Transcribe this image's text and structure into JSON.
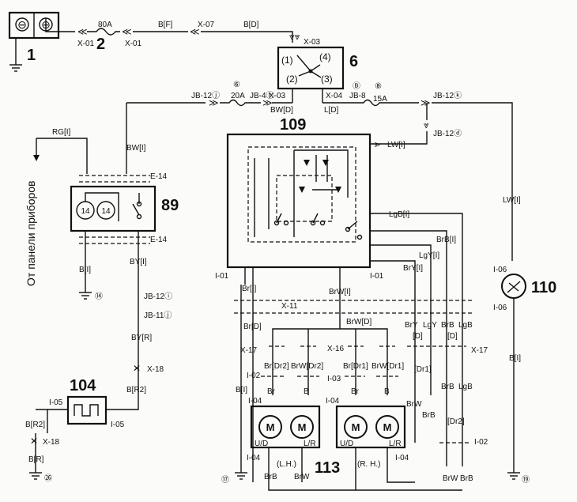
{
  "components": {
    "battery": {
      "id": "1",
      "minus": "⊖",
      "plus": "⊕"
    },
    "fuse_block": {
      "id": "2",
      "rating": "80A"
    },
    "ignition_switch": {
      "id": "6",
      "pins": [
        "(1)",
        "(2)",
        "(3)",
        "(4)"
      ]
    },
    "relay_unit": {
      "id": "109"
    },
    "indicator_unit": {
      "id": "89",
      "lamps": [
        "14",
        "14"
      ]
    },
    "timer_unit": {
      "id": "104"
    },
    "intermittent_switch": {
      "id": "110"
    },
    "wiper_motors": {
      "id": "113",
      "motor_label": "M",
      "sides": [
        "(L.H.)",
        "(R. H.)"
      ]
    }
  },
  "connectors": {
    "x01_left": "X-01",
    "x01_right": "X-01",
    "x07": "X-07",
    "x03_top": "X-03",
    "x03_bot": "X-03",
    "x04": "X-04",
    "jb12j": "JB-12ⓙ",
    "jb4b": "JB-4ⓑ",
    "jb8": "JB-8",
    "jb12k": "JB-12ⓚ",
    "jb12d": "JB-12ⓓ",
    "e14_top": "E-14",
    "e14_bot": "E-14",
    "i01_left": "I-01",
    "i01_right": "I-01",
    "x11": "X-11",
    "x17_left": "X-17",
    "x16": "X-16",
    "x17_right": "X-17",
    "i02_left": "I-02",
    "i03": "I-03",
    "i02_right": "I-02",
    "i04_l1": "I-04",
    "i04_l2": "I-04",
    "i04_r1": "I-04",
    "i04_r2": "I-04",
    "i04_bl": "I-04",
    "i04_br": "I-04",
    "jb12i": "JB-12ⓘ",
    "jb11j": "JB-11ⓙ",
    "x18_top": "X-18",
    "x18_bot": "X-18",
    "i05_left": "I-05",
    "i05_right": "I-05",
    "i06_top": "I-06",
    "i06_bot": "I-06",
    "circ_b": "Ⓑ",
    "circ_8a": "⑧",
    "circ_6": "⑥",
    "circ_8b": "⑧"
  },
  "fuses": {
    "f20": "20A",
    "f15": "15A"
  },
  "wires": {
    "bf": "B[F]",
    "bd": "B[D]",
    "bwd": "BW[D]",
    "ld": "L[D]",
    "rgi": "RG[I]",
    "bwi": "BW[I]",
    "bi_89": "B[I]",
    "byi": "BY[I]",
    "byr": "BY[R]",
    "br2": "B[R2]",
    "br2b": "B[R2]",
    "br": "B[R]",
    "lwi_top": "LW[I]",
    "lgbi": "LgB[I]",
    "brbi": "BrB[I]",
    "lgyi": "LgY[I]",
    "bryi": "BrY[I]",
    "bri": "Br[I]",
    "brwi": "BrW[I]",
    "brd": "Br[D]",
    "brwd": "BrW[D]",
    "bry": "BrY",
    "lgy": "LgY",
    "brb": "BrB",
    "lgb": "LgB",
    "d1": "[D]",
    "d2": "[D]",
    "dr1_tag": "[Dr1]",
    "dr2_tag": "[Dr2]",
    "brdr2": "Br[Dr2]",
    "brwdr2": "BrW[Dr2]",
    "brdr1": "Br[Dr1]",
    "brwdr1": "BrW[Dr1]",
    "bi_left": "B[I]",
    "br_m1": "Br",
    "b_m1": "B",
    "br_m2": "Br",
    "b_m2": "B",
    "brw_mid": "BrW",
    "brb_mid": "BrB",
    "brb_low": "BrB",
    "lgb_low": "LgB",
    "brb_bot": "BrB",
    "brw_bot": "BrW",
    "brw_bot2": "BrW",
    "brb_bot2": "BrB",
    "ud1": "U/D",
    "lr1": "L/R",
    "ud2": "U/D",
    "lr2": "L/R",
    "lwi_right": "LW[I]",
    "bi_right": "B[I]"
  },
  "grounds": {
    "g14": "⑭",
    "g17": "⑰",
    "g19": "⑲",
    "g26": "㉖"
  },
  "side_note": "От панели приборов"
}
